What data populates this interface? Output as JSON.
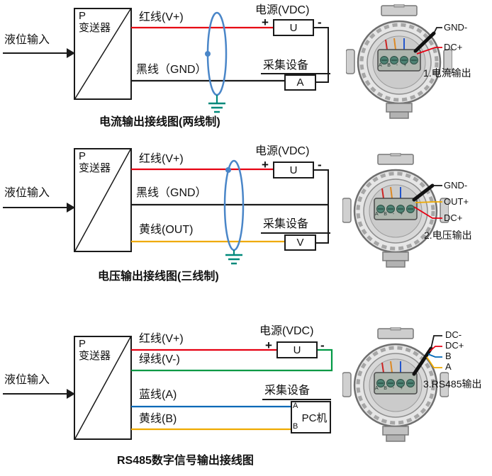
{
  "colors": {
    "shield": "#4a86c8",
    "ground": "#00897b",
    "wire_default": "#1a1a1a"
  },
  "diagrams": [
    {
      "input_label": "液位输入",
      "transmitter": {
        "p": "P",
        "name": "变送器"
      },
      "wires": [
        {
          "label": "红线(V+)",
          "color": "#e60012"
        },
        {
          "label": "黑线（GND）",
          "color": "#1a1a1a"
        }
      ],
      "power": {
        "title": "电源(VDC)",
        "unit": "U",
        "plus": "+",
        "minus": "-"
      },
      "collector": {
        "title": "采集设备",
        "unit": "A"
      },
      "caption": "电流输出接线图(两线制)",
      "device": {
        "terminals": "A B - +",
        "leads": [
          {
            "label": "GND-",
            "color": "#1a1a1a"
          },
          {
            "label": "DC+",
            "color": "#e60012"
          }
        ],
        "output_label": "1.电流输出"
      }
    },
    {
      "input_label": "液位输入",
      "transmitter": {
        "p": "P",
        "name": "变送器"
      },
      "wires": [
        {
          "label": "红线(V+)",
          "color": "#e60012"
        },
        {
          "label": "黑线（GND）",
          "color": "#1a1a1a"
        },
        {
          "label": "黄线(OUT)",
          "color": "#efaa00"
        }
      ],
      "power": {
        "title": "电源(VDC)",
        "unit": "U",
        "plus": "+",
        "minus": "-"
      },
      "collector": {
        "title": "采集设备",
        "unit": "V"
      },
      "caption": "电压输出接线图(三线制)",
      "device": {
        "terminals": "A B - +",
        "leads": [
          {
            "label": "GND-",
            "color": "#1a1a1a"
          },
          {
            "label": "OUT+",
            "color": "#efaa00"
          },
          {
            "label": "DC+",
            "color": "#e60012"
          }
        ],
        "output_label": "2.电压输出"
      }
    },
    {
      "input_label": "液位输入",
      "transmitter": {
        "p": "P",
        "name": "变送器"
      },
      "wires": [
        {
          "label": "红线(V+)",
          "color": "#e60012"
        },
        {
          "label": "绿线(V-)",
          "color": "#009944"
        },
        {
          "label": "蓝线(A)",
          "color": "#0068b7"
        },
        {
          "label": "黄线(B)",
          "color": "#efaa00"
        }
      ],
      "power": {
        "title": "电源(VDC)",
        "unit": "U",
        "plus": "+",
        "minus": "-"
      },
      "collector": {
        "title": "采集设备",
        "unit": "PC机",
        "port_a": "A",
        "port_b": "B"
      },
      "caption": "RS485数字信号输出接线图",
      "device": {
        "terminals": "A B - +",
        "leads": [
          {
            "label": "DC-",
            "color": "#1a1a1a"
          },
          {
            "label": "DC+",
            "color": "#e60012"
          },
          {
            "label": "B",
            "color": "#0068b7"
          },
          {
            "label": "A",
            "color": "#efaa00"
          }
        ],
        "output_label": "3.RS485输出"
      }
    }
  ]
}
